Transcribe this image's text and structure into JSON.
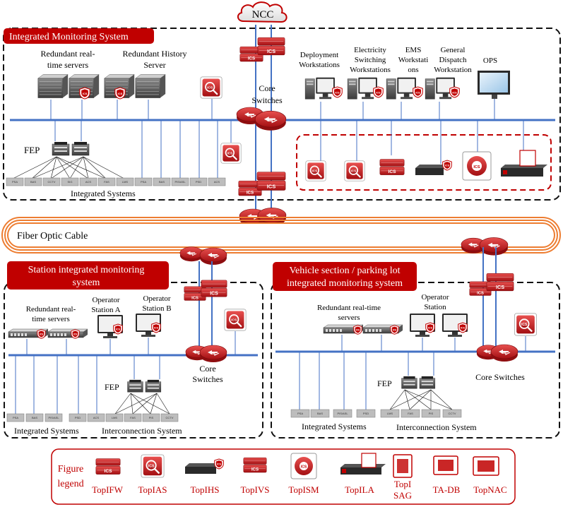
{
  "ncc": "NCC",
  "fiber": "Fiber Optic Cable",
  "top": {
    "title": "Integrated Monitoring System",
    "redundant_rt": [
      "Redundant real-",
      "time servers"
    ],
    "redundant_hist": [
      "Redundant History",
      "Server"
    ],
    "core_switches": [
      "Core",
      "Switches"
    ],
    "fep": "FEP",
    "integrated_systems": "Integrated Systems",
    "workstations": [
      [
        "Deployment",
        "Workstations"
      ],
      [
        "Electricity",
        "Switching",
        "Workstations"
      ],
      [
        "EMS",
        "Workstati",
        "ons"
      ],
      [
        "General",
        "Dispatch",
        "Workstation"
      ],
      [
        "OPS"
      ]
    ],
    "subsystems": [
      "PSA",
      "BAS",
      "CCTV",
      "SIG",
      "ACS",
      "FAS",
      "LMS",
      "PSA",
      "BAS",
      "PIS/ASL",
      "PSD",
      "ACS"
    ]
  },
  "station": {
    "title": [
      "Station integrated monitoring",
      "system"
    ],
    "redundant_rt": [
      "Redundant real-",
      "time servers"
    ],
    "op_a": [
      "Operator",
      "Station A"
    ],
    "op_b": [
      "Operator",
      "Station B"
    ],
    "core_switches": [
      "Core",
      "Switches"
    ],
    "fep": "FEP",
    "integrated_systems": "Integrated Systems",
    "interconnection": "Interconnection System",
    "subsystems_left": [
      "PSA",
      "BAS",
      "PIS/ASL",
      "PSD",
      "ACS"
    ],
    "subsystems_right": [
      "LMS",
      "FAS",
      "PIS",
      "CCTV"
    ]
  },
  "vehicle": {
    "title": [
      "Vehicle section / parking lot",
      "integrated monitoring system"
    ],
    "redundant_rt": [
      "Redundant real-time",
      "servers"
    ],
    "op": [
      "Operator",
      "Station"
    ],
    "core_switches": "Core Switches",
    "fep": "FEP",
    "integrated_systems": "Integrated Systems",
    "interconnection": "Interconnection System",
    "subsystems_left": [
      "PSA",
      "BAS",
      "PIS/ASL",
      "PSD"
    ],
    "subsystems_right": [
      "LMS",
      "FAS",
      "PIS",
      "CCTV"
    ]
  },
  "legend": {
    "title": [
      "Figure",
      "legend"
    ],
    "items": [
      "TopIFW",
      "TopIAS",
      "TopIHS",
      "TopIVS",
      "TopISM",
      "TopILA",
      "TopI SAG",
      "TA-DB",
      "TopNAC"
    ],
    "items_lines": [
      [
        "TopIFW"
      ],
      [
        "TopIAS"
      ],
      [
        "TopIHS"
      ],
      [
        "TopIVS"
      ],
      [
        "TopISM"
      ],
      [
        "TopILA"
      ],
      [
        "TopI",
        "SAG"
      ],
      [
        "TA-DB"
      ],
      [
        "TopNAC"
      ]
    ]
  },
  "colors": {
    "brand_red": "#c00000",
    "network_blue": "#4472c4",
    "legend_text": "#c00000"
  }
}
